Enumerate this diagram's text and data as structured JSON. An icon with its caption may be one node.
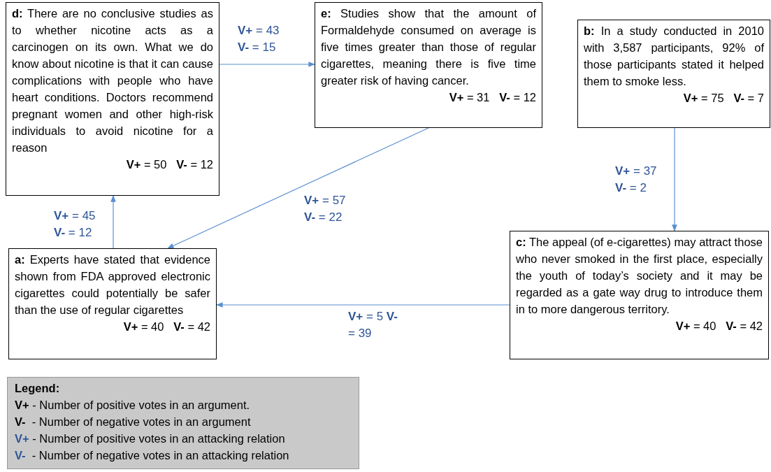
{
  "diagram": {
    "nodes": [
      {
        "text": [
          "**d:** There are no conclusive studies as to whether nicotine acts as a carcinogen on its own. What we do know about nicotine is that it can cause complications with people who have heart conditions. Doctors recommend pregnant women and other high-risk individuals to avoid nicotine for a reason",
          "**V+** = 50   **V-** = 12"
        ]
      },
      {
        "text": [
          "**e:** Studies show that the amount of Formaldehyde consumed on average is five times greater than those of regular cigarettes, meaning there is five time greater risk of having cancer.",
          "**V+** = 31   **V-** = 12"
        ]
      },
      {
        "text": [
          "**b:** In a study conducted in 2010 with 3,587 participants, 92% of those participants stated it helped them to smoke less.",
          "**V+** = 75   **V-** = 7"
        ]
      },
      {
        "text": [
          "**a:** Experts have stated that evidence shown from FDA approved electronic cigarettes could potentially be safer than the use of regular cigarettes",
          "**V+** = 40   **V-** = 42"
        ]
      },
      {
        "text": [
          "**c:** The appeal (of e-cigarettes) may attract those who never smoked in the first place, especially the youth of today’s society and it may be regarded as a gate way drug to introduce them in to more dangerous territory.",
          "**V+** = 40   **V-** = 42"
        ]
      }
    ],
    "edges": [
      {
        "from": 0,
        "to": 1,
        "arrow": "to",
        "label": "**V+** = 43 **V-** = 15"
      },
      {
        "from": 1,
        "to": 3,
        "arrow": "to",
        "label": "**V+** = 57 **V-** = 22"
      },
      {
        "from": 2,
        "to": 4,
        "arrow": "to",
        "label": "**V+** = 37 **V-** = 2"
      },
      {
        "from": 4,
        "to": 3,
        "arrow": "to",
        "label": "**V+** = 5 **V-** = 39"
      },
      {
        "from": 3,
        "to": 0,
        "arrow": "to",
        "label": "**V+** = 45 **V-** = 12"
      }
    ],
    "labels": [
      "Legend:"
    ],
    "legend": [
      {
        "text": "**V+** - Number of positive votes in an argument.",
        "color": "#000000"
      },
      {
        "text": "**V-**  - Number of negative votes in an argument",
        "color": "#000000"
      },
      {
        "text": "**V+** - Number of positive votes in an attacking relation",
        "color": "#2f5597"
      },
      {
        "text": "**V-**  - Number of negative votes in an attacking relation",
        "color": "#2f5597"
      }
    ]
  }
}
